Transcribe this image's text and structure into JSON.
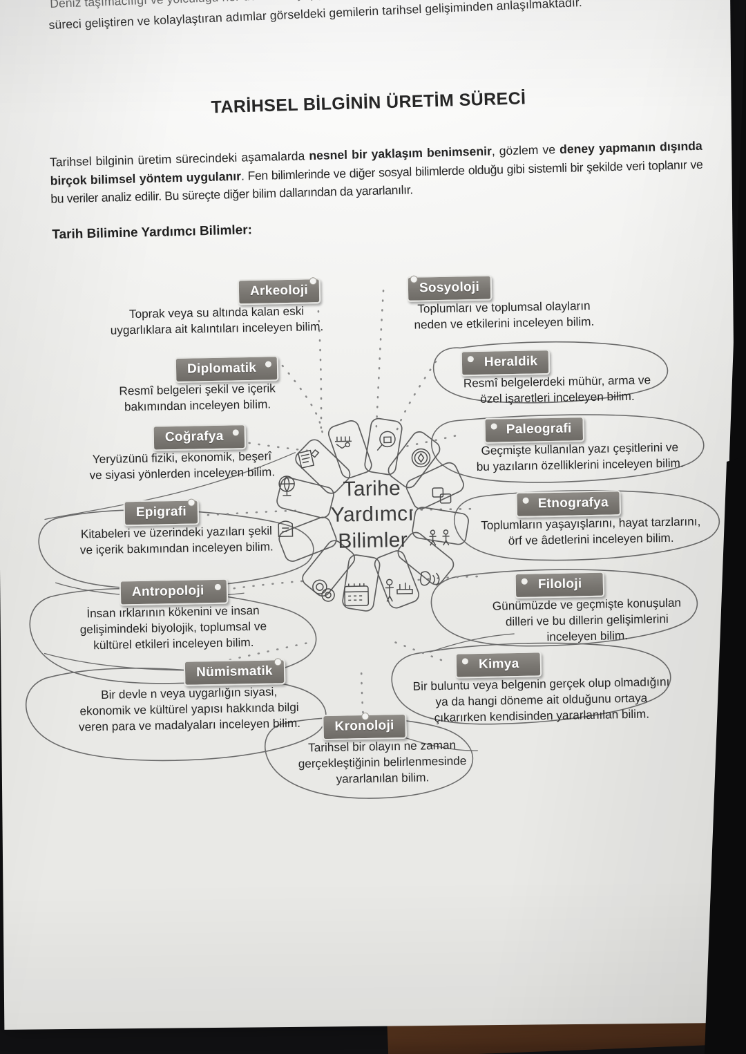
{
  "page": {
    "bleed_text": {
      "line1": "Deniz taşımacılığı ve yolculuğu her dönemde yaygındır. Bunların gelişim",
      "line2": "süreci geliştiren ve kolaylaştıran adımlar görseldeki gemilerin tarihsel gelişiminden anlaşılmaktadır."
    },
    "title": "TARİHSEL BİLGİNİN ÜRETİM SÜRECİ",
    "intro": {
      "part1": "Tarihsel bilginin üretim sürecindeki aşamalarda ",
      "bold1": "nesnel bir yaklaşım benimsenir",
      "part2": ", gözlem ve ",
      "bold2": "deney yapmanın dışında birçok bilimsel yöntem uygulanır",
      "part3": ". Fen bilimlerinde ve diğer sosyal bilimlerde olduğu gibi sistemli bir şekilde veri toplanır ve bu veriler analiz edilir. Bu süreçte diğer bilim dallarından da yararlanılır."
    },
    "subheading": "Tarih Bilimine Yardımcı Bilimler:"
  },
  "diagram": {
    "center_title": [
      "Tarihe",
      "Yardımcı",
      "Bilimler"
    ],
    "center_icons": [
      "scroll-document-icon",
      "archaeology-dig-icon",
      "magnifier-artifact-icon",
      "heraldry-seal-icon",
      "translation-language-icon",
      "ethnography-people-icon",
      "speech-sound-icon",
      "museum-exhibit-icon",
      "calendar-icon",
      "coins-icon",
      "inscription-stone-icon",
      "chemistry-flask-icon",
      "globe-icon"
    ],
    "sciences": [
      {
        "id": "arkeoloji",
        "label": "Arkeoloji",
        "description": "Toprak veya su altında kalan eski\nuygarlıklara ait kalıntıları inceleyen bilim."
      },
      {
        "id": "sosyoloji",
        "label": "Sosyoloji",
        "description": "Toplumları ve toplumsal olayların\nneden ve etkilerini inceleyen bilim."
      },
      {
        "id": "diplomatik",
        "label": "Diplomatik",
        "description": "Resmî belgeleri şekil ve içerik\nbakımından inceleyen bilim."
      },
      {
        "id": "heraldik",
        "label": "Heraldik",
        "description": "Resmî belgelerdeki mühür, arma ve\nözel işaretleri inceleyen bilim."
      },
      {
        "id": "cografya",
        "label": "Coğrafya",
        "description": "Yeryüzünü fiziki, ekonomik, beşerî\nve siyasi yönlerden inceleyen bilim."
      },
      {
        "id": "paleografi",
        "label": "Paleografi",
        "description": "Geçmişte kullanılan yazı çeşitlerini ve\nbu yazıların özelliklerini inceleyen bilim."
      },
      {
        "id": "epigrafi",
        "label": "Epigrafi",
        "description": "Kitabeleri ve üzerindeki yazıları şekil\nve içerik bakımından inceleyen bilim."
      },
      {
        "id": "etnografya",
        "label": "Etnografya",
        "description": "Toplumların yaşayışlarını, hayat tarzlarını,\nörf ve âdetlerini inceleyen bilim."
      },
      {
        "id": "antropoloji",
        "label": "Antropoloji",
        "description": "İnsan ırklarının kökenini ve insan\ngelişimindeki biyolojik, toplumsal ve\nkültürel etkileri inceleyen bilim."
      },
      {
        "id": "filoloji",
        "label": "Filoloji",
        "description": "Günümüzde ve geçmişte konuşulan\ndilleri ve bu dillerin gelişimlerini\ninceleyen bilim."
      },
      {
        "id": "numismatik",
        "label": "Nümismatik",
        "description": "Bir devle n veya uygarlığın siyasi,\nekonomik ve kültürel yapısı hakkında bilgi\nveren para ve madalyaları inceleyen bilim."
      },
      {
        "id": "kimya",
        "label": "Kimya",
        "description": "Bir buluntu veya belgenin gerçek olup olmadığını\nya da hangi döneme ait olduğunu ortaya\nçıkarırken kendisinden yararlanılan bilim."
      },
      {
        "id": "kronoloji",
        "label": "Kronoloji",
        "description": "Tarihsel bir olayın ne zaman\ngerçekleştiğinin belirlenmesinde\nyararlanılan bilim."
      }
    ]
  },
  "colors": {
    "paper": "#f1f1ee",
    "badge_grey": "#7a7772",
    "badge_text": "#ffffff",
    "ink": "#242424",
    "hub_text": "#3b3b3b",
    "wood": "#5a3620",
    "backdrop": "#0a0a0a"
  }
}
